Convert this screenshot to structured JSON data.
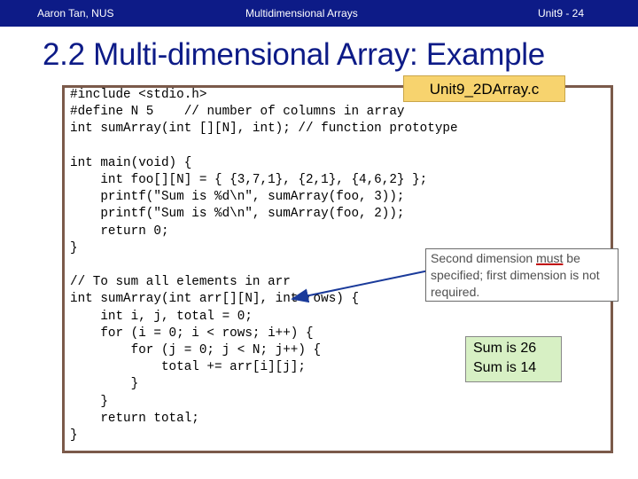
{
  "header": {
    "author": "Aaron Tan, NUS",
    "topic": "Multidimensional Arrays",
    "page": "Unit9 - 24"
  },
  "slide": {
    "title": "2.2 Multi-dimensional Array: Example",
    "file_tag": "Unit9_2DArray.c"
  },
  "code": {
    "l1": "#include <stdio.h>",
    "l2a": "#define N 5    ",
    "l2b": "// number of columns in array",
    "l3a": "int sumArray(int [][N], int); ",
    "l3b": "// function prototype",
    "l4": "",
    "l5": "int main(void) {",
    "l6": "    int foo[][N] = { {3,7,1}, {2,1}, {4,6,2} };",
    "l7a": "    printf(\"Sum is ",
    "l7b": "%d\\n",
    "l7c": "\", sumArray(foo, 3));",
    "l8a": "    printf(\"Sum is ",
    "l8b": "%d\\n",
    "l8c": "\", sumArray(foo, 2));",
    "l9": "    return 0;",
    "l10": "}",
    "l11": "",
    "l12": "// To sum all elements in arr",
    "l13": "int sumArray(int arr[][N], int rows) {",
    "l14": "    int i, j, total = 0;",
    "l15": "    for (i = 0; i < rows; i++) {",
    "l16": "        for (j = 0; j < N; j++) {",
    "l17": "            total += arr[i][j];",
    "l18": "        }",
    "l19": "    }",
    "l20": "    return total;",
    "l21": "}"
  },
  "note": {
    "pre": "Second dimension ",
    "must": "must",
    "post": " be specified; first dimension is not required."
  },
  "output": {
    "line1": "Sum is 26",
    "line2": "Sum is 14"
  },
  "colors": {
    "header_bg": "#0d1b87",
    "title": "#0d1b87",
    "code_border": "#7b5a4a",
    "file_tag_bg": "#f7d36e",
    "output_bg": "#d7f0c4",
    "note_text": "#505050",
    "underline": "#c00000"
  }
}
